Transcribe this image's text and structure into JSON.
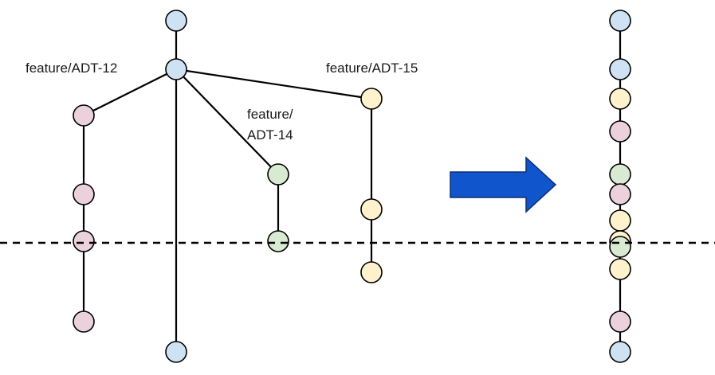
{
  "colors": {
    "main": "#cfe2f3",
    "adt12": "#ead1dc",
    "adt14": "#d9ead3",
    "adt15": "#fff2cc",
    "arrow": "#1155cc"
  },
  "labels": {
    "adt12": "feature/ADT-12",
    "adt14_line1": "feature/",
    "adt14_line2": "ADT-14",
    "adt15": "feature/ADT-15"
  },
  "graph": {
    "before": {
      "main_commits": 3,
      "adt12_commits": 4,
      "adt14_commits": 2,
      "adt15_commits": 3
    },
    "after_sequence": [
      "main",
      "main",
      "adt15",
      "adt12",
      "adt14",
      "adt12",
      "adt15",
      "adt15",
      "adt14",
      "adt15",
      "adt12",
      "main"
    ]
  }
}
